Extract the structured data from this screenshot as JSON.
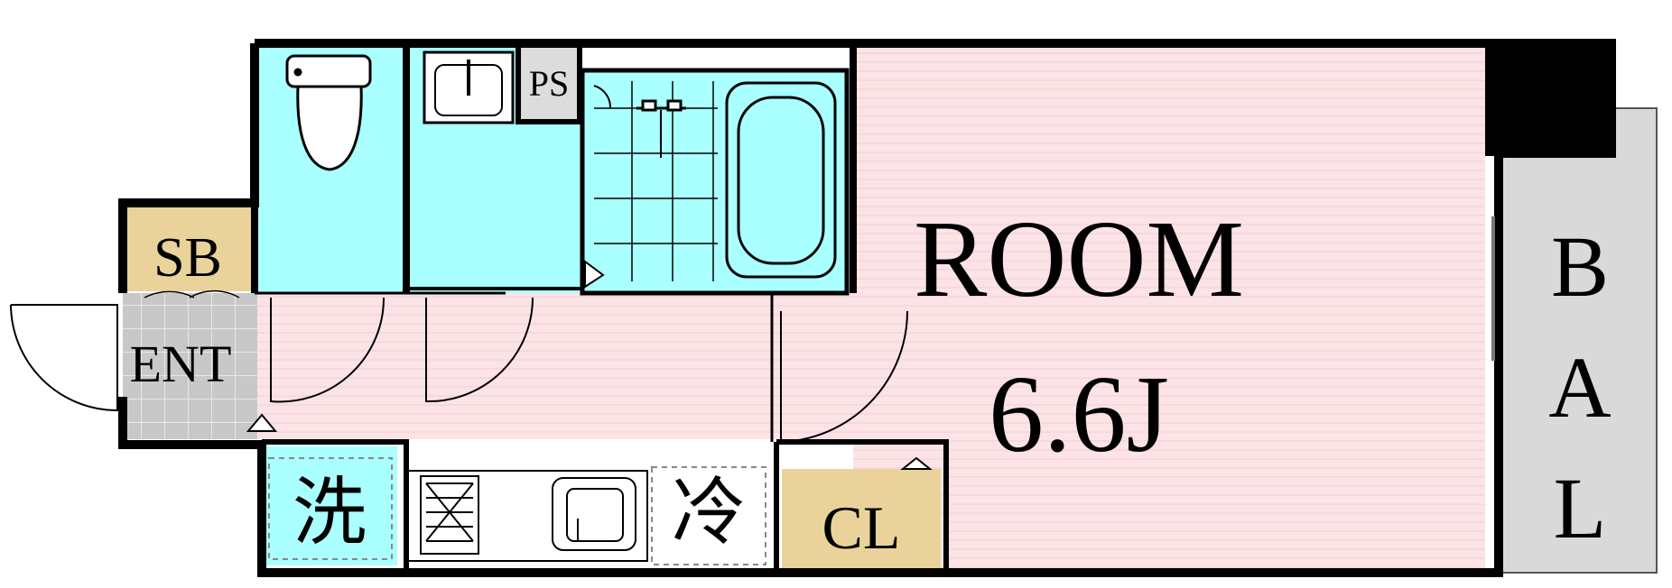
{
  "rooms": {
    "main": {
      "name": "ROOM",
      "size": "6.6J"
    },
    "balcony": {
      "letters": [
        "B",
        "A",
        "L"
      ]
    },
    "shoe_box": {
      "label": "SB"
    },
    "entrance": {
      "label": "ENT"
    },
    "closet": {
      "label": "CL"
    },
    "pipe_space": {
      "label": "PS"
    },
    "washer": {
      "label": "洗"
    },
    "fridge": {
      "label": "冷"
    }
  },
  "colors": {
    "room_floor": "#fbe3e6",
    "wet_area": "#aaffff",
    "storage": "#e9d39a",
    "entrance_tile": "#c8c8c8",
    "balcony": "#d9d9d9",
    "wall": "#000000",
    "pipe_space": "#dcdcdc"
  }
}
